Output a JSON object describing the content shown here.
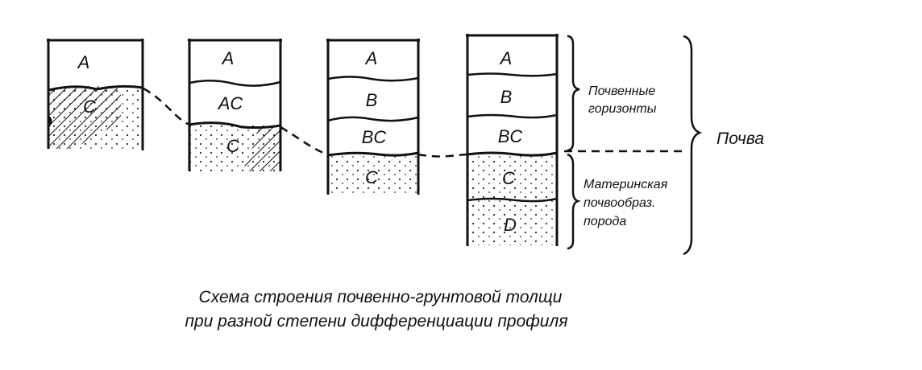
{
  "diagram": {
    "profiles": [
      {
        "horizons": [
          "A",
          "C"
        ]
      },
      {
        "horizons": [
          "A",
          "AC",
          "C"
        ]
      },
      {
        "horizons": [
          "A",
          "B",
          "BC",
          "C"
        ]
      },
      {
        "horizons": [
          "A",
          "B",
          "BC",
          "C",
          "D"
        ]
      }
    ],
    "soil_horizons_label": [
      "Почвенные",
      "горизонты"
    ],
    "parent_rock_label": [
      "Материнская",
      "почвообраз.",
      "порода"
    ],
    "soil_label": "Почва",
    "caption": [
      "Схема строения почвенно-грунтовой толщи",
      "при разной степени дифференциации профиля"
    ]
  }
}
